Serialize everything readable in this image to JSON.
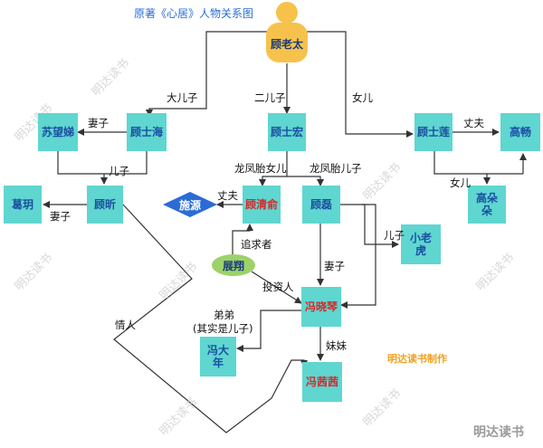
{
  "title": "原著《心居》人物关系图",
  "note": "明达读书制作",
  "brand": "明达读书",
  "watermark": "明达读书",
  "colors": {
    "node": "#5fd6d0",
    "root": "#f7c24b",
    "shiyuan": "#2c6bd6",
    "zhanxiang": "#9dd26a",
    "line": "#333333",
    "red_text": "#d8282a"
  },
  "nodes": {
    "root": "顾老太",
    "shihai": "顾士海",
    "shihong": "顾士宏",
    "shilian": "顾士莲",
    "subiti": "苏望娣",
    "gaochang": "高畅",
    "gaoduoduo": "高朵朵",
    "guxin": "顾昕",
    "gequan": "葛玥",
    "shiyuan": "施源",
    "guqingyu": "顾清俞",
    "gulei": "顾磊",
    "xiaolaohu": "小老虎",
    "zhanxiang": "展翔",
    "fengxiaoqin": "冯晓琴",
    "fengdanian": "冯大年",
    "fengxixi": "冯茜茜"
  },
  "labels": {
    "dabaozi": "大儿子",
    "erbaozi": "二儿子",
    "nver1": "女儿",
    "qizi1": "妻子",
    "erzi1": "儿子",
    "zhangfu1": "丈夫",
    "nver2": "女儿",
    "longfeng_nv": "龙凤胎女儿",
    "longfeng_er": "龙凤胎儿子",
    "qizi2": "妻子",
    "zhangfu2": "丈夫",
    "erzi2": "儿子",
    "zhuiqiuzhe": "追求者",
    "touziren": "投资人",
    "qizi3": "妻子",
    "qingren": "情人",
    "didi": "弟弟",
    "qishi": "(其实是儿子)",
    "meimei": "妹妹"
  }
}
